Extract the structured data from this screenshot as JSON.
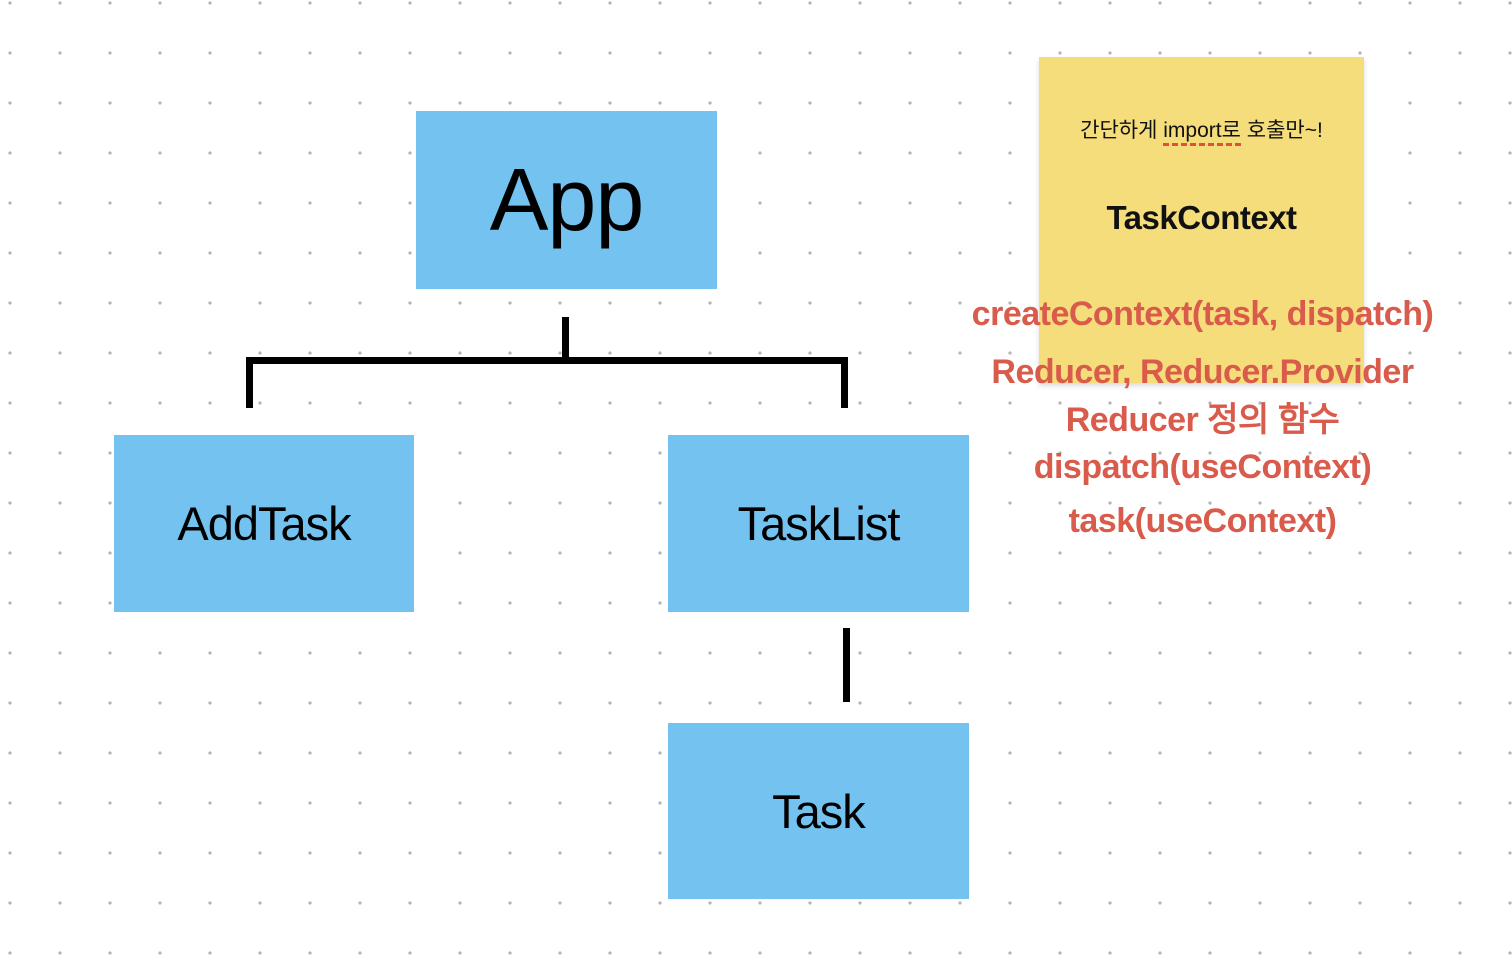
{
  "colors": {
    "background": "#ffffff",
    "grid_dot": "#b5b5b5",
    "node_fill": "#74c2f0",
    "node_text": "#000000",
    "connector": "#000000",
    "sticky_fill": "#f5dd7b",
    "sticky_text": "#111111",
    "annotation_red": "#d95b4b",
    "underline_red": "#e0503a"
  },
  "diagram": {
    "type": "component-tree",
    "nodes": [
      {
        "id": "app",
        "label": "App"
      },
      {
        "id": "addtask",
        "label": "AddTask"
      },
      {
        "id": "tasklist",
        "label": "TaskList"
      },
      {
        "id": "task",
        "label": "Task"
      }
    ],
    "edges": [
      {
        "from": "app",
        "to": "addtask"
      },
      {
        "from": "app",
        "to": "tasklist"
      },
      {
        "from": "tasklist",
        "to": "task"
      }
    ]
  },
  "sticky_note": {
    "line1_prefix": "간단하게 ",
    "line1_underlined": "import로",
    "line1_suffix": " 호출만~!",
    "title": "TaskContext"
  },
  "annotations": {
    "lines": [
      "createContext(task, dispatch)",
      "Reducer, Reducer.Provider",
      "Reducer 정의 함수",
      "dispatch(useContext)",
      "task(useContext)"
    ]
  }
}
